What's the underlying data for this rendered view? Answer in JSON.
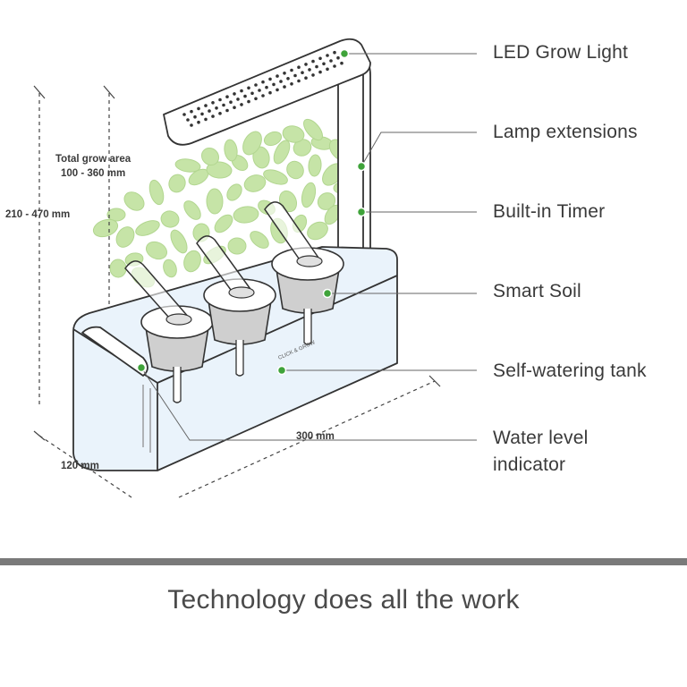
{
  "callouts": [
    "LED Grow Light",
    "Lamp extensions",
    "Built-in Timer",
    "Smart Soil",
    "Self-watering tank",
    "Water level",
    "indicator"
  ],
  "dimensions": {
    "grow_area_line1": "Total grow area",
    "grow_area_line2": "100 - 360 mm",
    "height_range": "210 - 470 mm",
    "width": "300 mm",
    "depth": "120 mm"
  },
  "brand_text": "CLICK & GROW",
  "tagline": "Technology does all the work",
  "colors": {
    "marker_green": "#3fa33a",
    "leaf_green": "#c6e4a7",
    "outline": "#333333",
    "water_blue": "#e6f1fa",
    "divider": "#7a7a7a",
    "text": "#3a3a3a"
  }
}
